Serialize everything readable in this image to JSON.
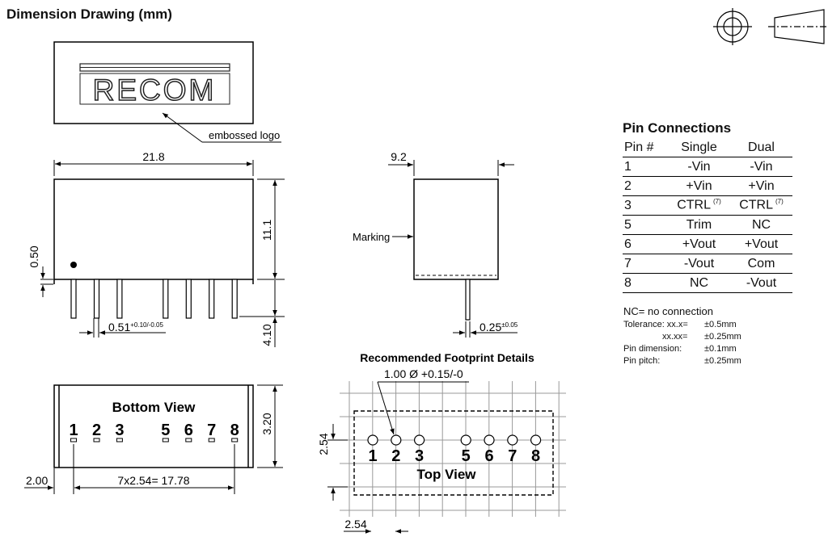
{
  "title": "Dimension Drawing (mm)",
  "logo_text": "RECOM",
  "labels": {
    "embossed_logo": "embossed logo",
    "marking": "Marking",
    "bottom_view": "Bottom View",
    "top_view": "Top View",
    "footprint_title": "Recommended Footprint Details",
    "hole_dia": "1.00 Ø +0.15/-0"
  },
  "dims": {
    "width": "21.8",
    "height": "11.1",
    "depth": "9.2",
    "standoff": "0.50",
    "pin_len": "4.10",
    "pin_w": "0.51",
    "pin_w_tol": "+0.10/-0.05",
    "pin_t": "0.25",
    "pin_t_tol": "±0.05",
    "bottom_h": "3.20",
    "edge": "2.00",
    "pitch_total": "7x2.54= 17.78",
    "fp_pitch_v": "2.54",
    "fp_pitch_h": "2.54"
  },
  "pin_numbers": [
    "1",
    "2",
    "3",
    "5",
    "6",
    "7",
    "8"
  ],
  "pin_connections": {
    "title": "Pin Connections",
    "headers": [
      "Pin #",
      "Single",
      "Dual"
    ],
    "rows": [
      [
        "1",
        "-Vin",
        "-Vin"
      ],
      [
        "2",
        "+Vin",
        "+Vin"
      ],
      [
        "3",
        "CTRL",
        "CTRL"
      ],
      [
        "5",
        "Trim",
        "NC"
      ],
      [
        "6",
        "+Vout",
        "+Vout"
      ],
      [
        "7",
        "-Vout",
        "Com"
      ],
      [
        "8",
        "NC",
        "-Vout"
      ]
    ],
    "ctrl_note": "(7)"
  },
  "notes": {
    "nc": "NC= no connection",
    "tolerance_label": "Tolerance: xx.x=",
    "tolerance_1": "±0.5mm",
    "tolerance_label_2": "xx.xx=",
    "tolerance_2": "±0.25mm",
    "pin_dim_label": "Pin dimension:",
    "pin_dim": "±0.1mm",
    "pin_pitch_label": "Pin pitch:",
    "pin_pitch": "±0.25mm"
  }
}
